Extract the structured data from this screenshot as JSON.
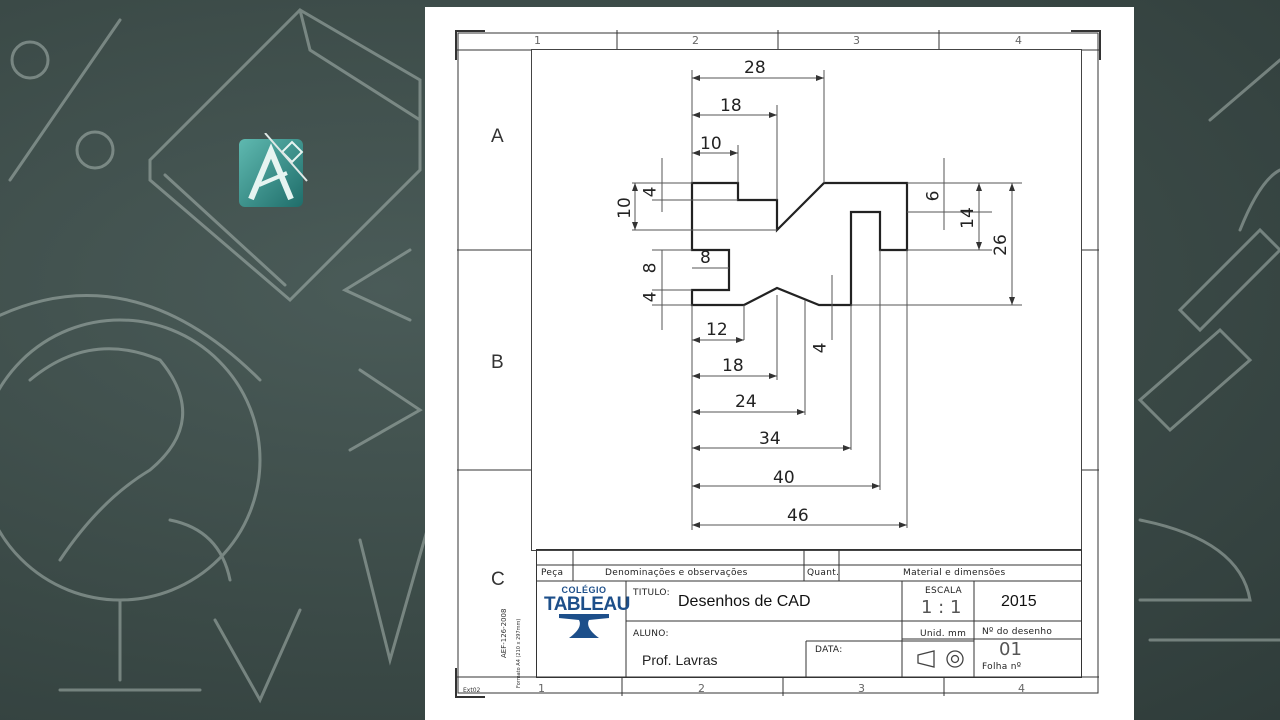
{
  "sheet": {
    "row_letters": [
      "A",
      "B",
      "C"
    ],
    "column_numbers": [
      "1",
      "2",
      "3",
      "4"
    ]
  },
  "drawing": {
    "dimensions": {
      "top": [
        "28",
        "18",
        "10"
      ],
      "left": [
        "10",
        "4",
        "8",
        "8",
        "4"
      ],
      "right": [
        "6",
        "14",
        "26"
      ],
      "bottom": [
        "12",
        "18",
        "24",
        "34",
        "40",
        "46"
      ],
      "groove": "4"
    }
  },
  "title_block": {
    "header": {
      "piece": "Peça",
      "denominations": "Denominações   e   observações",
      "quantity": "Quant.",
      "material": "Material   e   dimensões"
    },
    "logo": {
      "line1": "COLÉGIO",
      "line2": "TABLEAU"
    },
    "titulo_label": "TITULO:",
    "titulo_value": "Desenhos de CAD",
    "escala_label": "ESCALA",
    "escala_value": "1 : 1",
    "year": "2015",
    "aluno_label": "ALUNO:",
    "unid_label": "Unid. mm",
    "n_desenho_label": "Nº do desenho",
    "n_desenho_value": "01",
    "folha_label": "Folha nº",
    "data_label": "DATA:",
    "prof": "Prof.  Lavras",
    "side_code": "AEF-126-2008",
    "format_note": "Formato A4 (210 x 297mm)",
    "corner_code": "Ext02"
  }
}
